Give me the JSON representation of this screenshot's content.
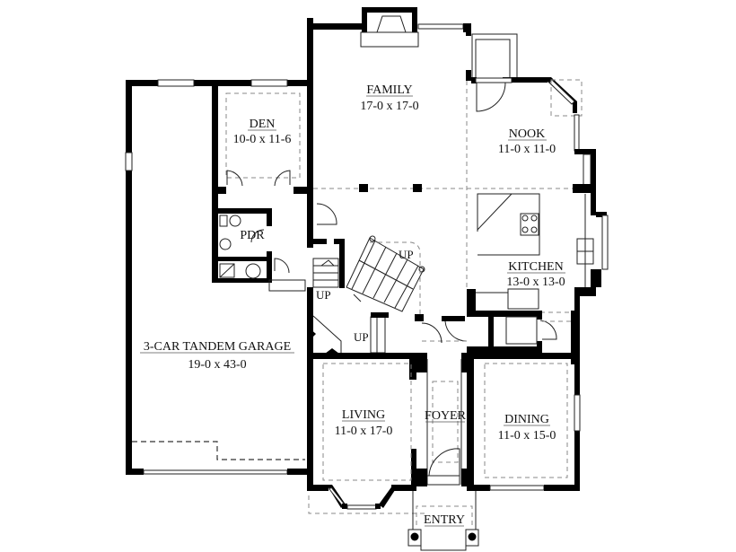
{
  "plan": {
    "type": "floor-plan",
    "rooms": [
      {
        "id": "family",
        "name": "FAMILY",
        "dims": "17-0 x 17-0"
      },
      {
        "id": "nook",
        "name": "NOOK",
        "dims": "11-0 x 11-0"
      },
      {
        "id": "den",
        "name": "DEN",
        "dims": "10-0 x 11-6"
      },
      {
        "id": "pdr",
        "name": "PDR",
        "dims": ""
      },
      {
        "id": "kitchen",
        "name": "KITCHEN",
        "dims": "13-0 x 13-0"
      },
      {
        "id": "garage",
        "name": "3-CAR TANDEM GARAGE",
        "dims": "19-0 x 43-0"
      },
      {
        "id": "living",
        "name": "LIVING",
        "dims": "11-0 x 17-0"
      },
      {
        "id": "foyer",
        "name": "FOYER",
        "dims": ""
      },
      {
        "id": "dining",
        "name": "DINING",
        "dims": "11-0 x 15-0"
      },
      {
        "id": "entry",
        "name": "ENTRY",
        "dims": ""
      }
    ],
    "stair_labels": [
      "UP",
      "UP",
      "UP"
    ]
  }
}
